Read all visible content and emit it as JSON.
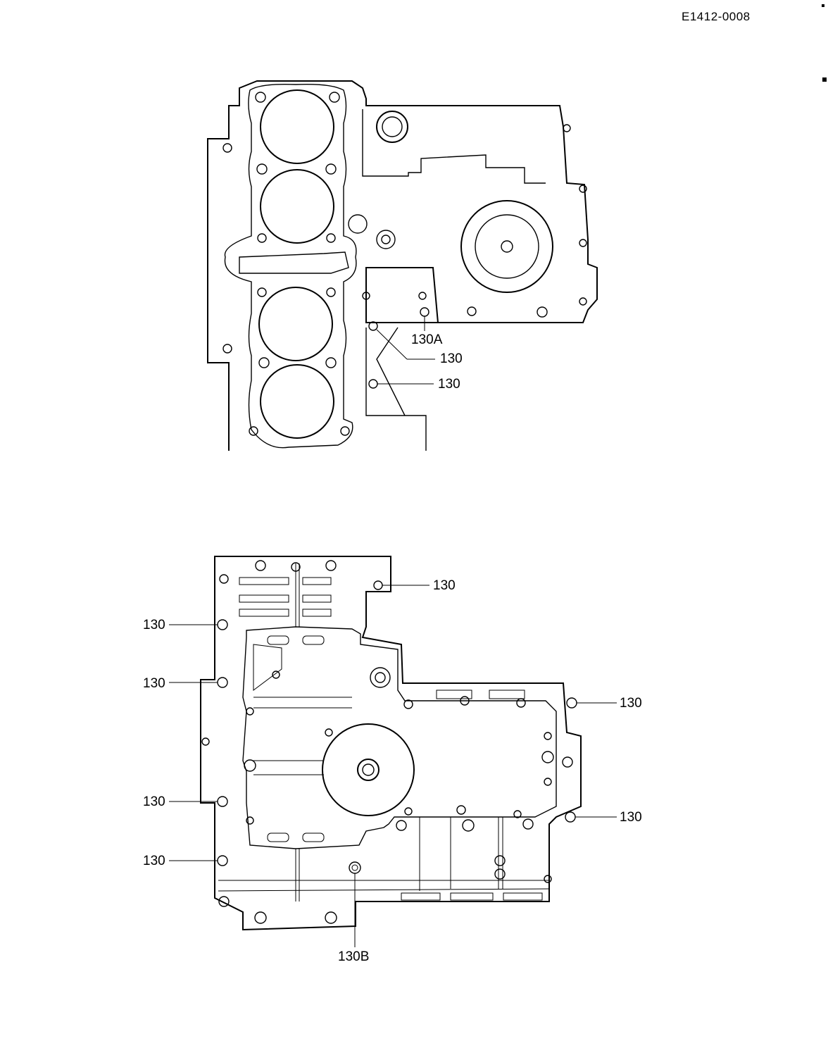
{
  "document": {
    "id": "E1412-0008"
  },
  "labels": {
    "upper_130A": "130A",
    "upper_130_a": "130",
    "upper_130_b": "130",
    "lower_130_top": "130",
    "lower_130_left1": "130",
    "lower_130_left2": "130",
    "lower_130_left3": "130",
    "lower_130_left4": "130",
    "lower_130_right1": "130",
    "lower_130_right2": "130",
    "lower_130B": "130B"
  }
}
